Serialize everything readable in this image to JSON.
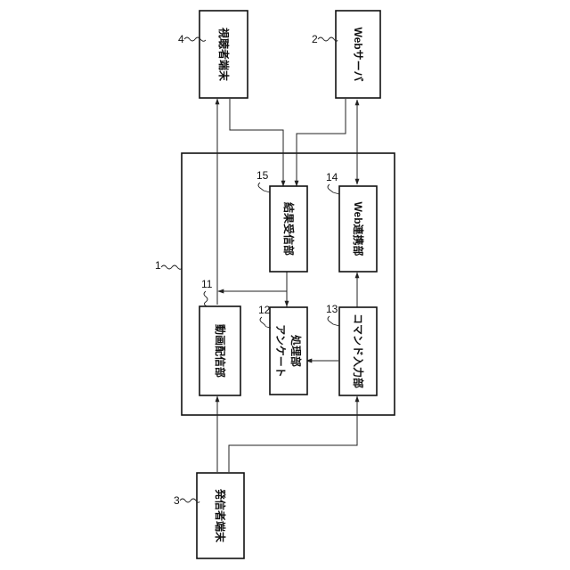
{
  "blocks": {
    "viewer_terminal": {
      "label": "視聴者端末",
      "ref": "4"
    },
    "web_server": {
      "label": "Webサーバ",
      "ref": "2"
    },
    "sender_terminal": {
      "label": "発信者端末",
      "ref": "3"
    },
    "system": {
      "ref": "1"
    },
    "video_distribution": {
      "label": "動画配信部",
      "ref": "11"
    },
    "questionnaire": {
      "label_line1": "アンケート",
      "label_line2": "処理部",
      "ref": "12"
    },
    "command_input": {
      "label": "コマンド入力部",
      "ref": "13"
    },
    "web_link": {
      "label": "Web連携部",
      "ref": "14"
    },
    "result_receive": {
      "label": "結果受信部",
      "ref": "15"
    }
  }
}
